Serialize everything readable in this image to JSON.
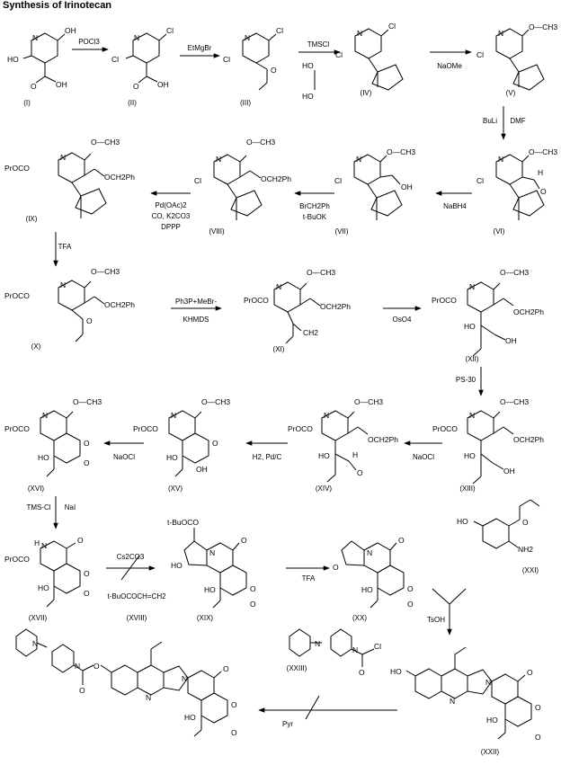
{
  "title": "Synthesis of Irinotecan",
  "compounds": [
    {
      "id": "c1",
      "label": "(I)"
    },
    {
      "id": "c2",
      "label": "(II)"
    },
    {
      "id": "c3",
      "label": "(III)"
    },
    {
      "id": "c4",
      "label": "(IV)"
    },
    {
      "id": "c5",
      "label": "(V)"
    },
    {
      "id": "c6",
      "label": "(VI)"
    },
    {
      "id": "c7",
      "label": "(VII)"
    },
    {
      "id": "c8",
      "label": "(VIII)"
    },
    {
      "id": "c9",
      "label": "(IX)"
    },
    {
      "id": "c10",
      "label": "(X)"
    },
    {
      "id": "c11",
      "label": "(XI)"
    },
    {
      "id": "c12",
      "label": "(XII)"
    },
    {
      "id": "c13",
      "label": "(XIII)"
    },
    {
      "id": "c14",
      "label": "(XIV)"
    },
    {
      "id": "c15",
      "label": "(XV)"
    },
    {
      "id": "c16",
      "label": "(XVI)"
    },
    {
      "id": "c17",
      "label": "(XVII)"
    },
    {
      "id": "c18",
      "label": "(XVIII)"
    },
    {
      "id": "c19",
      "label": "(XIX)"
    },
    {
      "id": "c20",
      "label": "(XX)"
    },
    {
      "id": "c21",
      "label": "(XXI)"
    },
    {
      "id": "c22",
      "label": "(XXII)"
    },
    {
      "id": "c23",
      "label": "(XXIII)"
    }
  ],
  "reagents": {
    "r1": "POCl3",
    "r2": "EtMgBr",
    "r3": "TMSCl",
    "r4": "NaOMe",
    "r5a": "BuLi",
    "r5b": "DMF",
    "r6": "NaBH4",
    "r7a": "BrCH2Ph",
    "r7b": "t-BuOK",
    "r8a": "Pd(OAc)2",
    "r8b": "CO, K2CO3",
    "r8c": "DPPP",
    "r9": "TFA",
    "r10a": "Ph3P+MeBr-",
    "r10b": "KHMDS",
    "r11": "OsO4",
    "r12": "PS-30",
    "r13": "NaOCl",
    "r14": "H2, Pd/C",
    "r15": "NaOCl",
    "r16a": "TMS-Cl",
    "r16b": "NaI",
    "r17": "Cs2CO3",
    "r18": "t-BuOCOCH=CH2",
    "r19": "TFA",
    "r20": "TsOH",
    "r21": "Pyr"
  },
  "atoms": {
    "HO": "HO",
    "OH": "OH",
    "O": "O",
    "Cl": "Cl",
    "N": "N",
    "NH": "N",
    "H": "H",
    "NH2": "NH2",
    "OMe": "O—CH3",
    "CH3": "CH3",
    "OCH2Ph": "OCH2Ph",
    "ProCO": "PrOCO",
    "tBuOCO": "t-BuOCO",
    "CH2": "CH2"
  }
}
